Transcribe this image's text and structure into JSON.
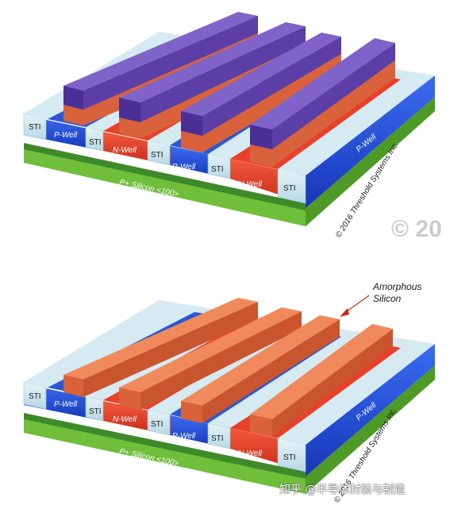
{
  "top": {
    "labels": {
      "sti": "STI",
      "p_well": "P-Well",
      "n_well": "N-Well",
      "substrate": "P+ Silicon <100>",
      "copyright": "© 2016 Threshold Systems Inc."
    }
  },
  "bottom": {
    "labels": {
      "sti": "STI",
      "p_well": "P-Well",
      "n_well": "N-Well",
      "substrate": "P+ Silicon <100>",
      "copyright": "© 2016 Threshold Systems Inc."
    },
    "callout_line1": "Amorphous",
    "callout_line2": "Silicon"
  },
  "watermark_large": "© 20",
  "watermark_zhihu": "知乎 @半导体封装与制造",
  "colors": {
    "p_well": "#1f4fd6",
    "n_well": "#e8402a",
    "sti": "#cfe6ef",
    "substrate": "#6fbf3b",
    "amorphous_si": "#e2714a",
    "top_layer": "#5b3fa6"
  }
}
